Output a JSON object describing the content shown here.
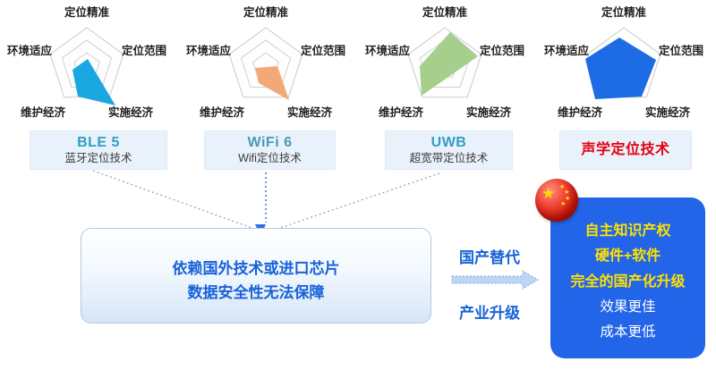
{
  "chart_data": {
    "type": "radar",
    "axes": [
      "定位精准",
      "定位范围",
      "实施经济",
      "维护经济",
      "环境适应"
    ],
    "grid": {
      "rings": 3,
      "radii": [
        43,
        29,
        15
      ],
      "center": [
        95,
        74
      ],
      "ring_color": "#CFCFCF",
      "legend": "none"
    },
    "radars": [
      {
        "title": "BLE 5",
        "subtitle": "蓝牙定位技术",
        "title_color": "#2F9DC9",
        "fill": "#1BA7DF",
        "values": [
          0.2,
          0.1,
          1.0,
          0.5,
          0.4
        ],
        "shape_points": [
          [
            96,
            66
          ],
          [
            79,
            78
          ],
          [
            85,
            108
          ],
          [
            127,
            118
          ]
        ]
      },
      {
        "title": "WiFi 6",
        "subtitle": "Wifi定位技术",
        "title_color": "#4E97B8",
        "fill": "#F3A877",
        "values": [
          0.15,
          0.3,
          0.95,
          0.45,
          0.3
        ],
        "shape_points": [
          [
            83,
            76
          ],
          [
            108,
            74
          ],
          [
            121,
            112
          ],
          [
            87,
            93
          ]
        ]
      },
      {
        "title": "UWB",
        "subtitle": "超宽带定位技术",
        "title_color": "#2F9DC9",
        "fill": "#A6CE8C",
        "values": [
          0.9,
          0.95,
          0.25,
          0.85,
          0.65
        ],
        "shape_points": [
          [
            101,
            36
          ],
          [
            132,
            63
          ],
          [
            69,
            107
          ],
          [
            67,
            74
          ]
        ]
      },
      {
        "title": "声学定位技术",
        "subtitle": "",
        "title_color": "#E60012",
        "fill": "#1E6BE6",
        "values": [
          0.8,
          0.9,
          0.9,
          0.95,
          0.95
        ],
        "shape_points": [
          [
            90,
            42
          ],
          [
            131,
            67
          ],
          [
            115,
            108
          ],
          [
            63,
            111
          ],
          [
            52,
            66
          ]
        ]
      }
    ]
  },
  "problem": {
    "line1": "依赖国外技术或进口芯片",
    "line2": "数据安全性无法保障"
  },
  "transition": {
    "top_label": "国产替代",
    "bottom_label": "产业升级"
  },
  "result": {
    "highlight_items": [
      "自主知识产权",
      "硬件+软件",
      "完全的国产化升级"
    ],
    "normal_items": [
      "效果更佳",
      "成本更低"
    ]
  },
  "icons": {
    "flag_ball": "china-flag-sphere",
    "converge_arrowhead": "double-triangle-down",
    "transition_arrow": "dashed-right-block-arrow"
  },
  "colors": {
    "accent_text_blue": "#1762D9",
    "result_box_blue": "#2365E9",
    "highlight_yellow": "#FFE100",
    "acoustic_red": "#E60012",
    "tech_box_bg": "#E9F2FB",
    "ble_fill": "#1BA7DF",
    "wifi_fill": "#F3A877",
    "uwb_fill": "#A6CE8C",
    "acoustic_fill": "#1E6BE6"
  }
}
